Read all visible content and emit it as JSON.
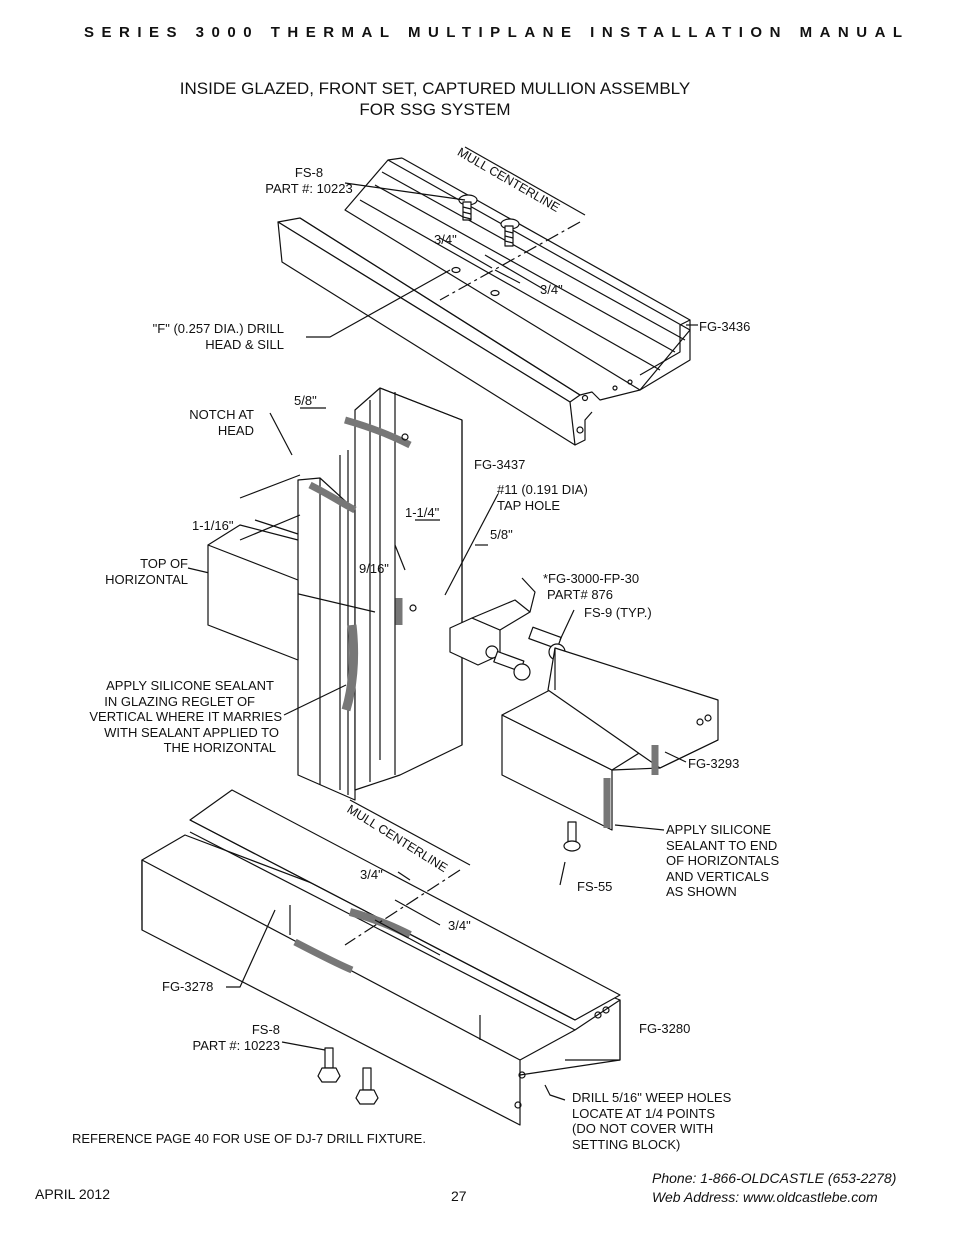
{
  "header": "SERIES 3000 THERMAL MULTIPLANE INSTALLATION MANUAL",
  "title": {
    "line1": "INSIDE GLAZED, FRONT SET, CAPTURED MULLION ASSEMBLY",
    "line2": "FOR SSG SYSTEM"
  },
  "labels": {
    "fs8_top": "FS-8",
    "part_top": "PART #: 10223",
    "mull_top": "MULL CENTERLINE",
    "d34_a": "3/4\"",
    "d34_b": "3/4\"",
    "drill_f_1": "\"F\"  (0.257 DIA.) DRILL",
    "drill_f_2": "HEAD & SILL",
    "fg3436": "FG-3436",
    "d58_a": "5/8\"",
    "notch_1": "NOTCH AT",
    "notch_2": "HEAD",
    "fg3437": "FG-3437",
    "tap_1": "#11 (0.191 DIA)",
    "tap_2": "TAP HOLE",
    "d114": "1-1/4\"",
    "d1116": "1-1/16\"",
    "d58_b": "5/8\"",
    "d916": "9/16\"",
    "top_1": "TOP OF",
    "top_2": "HORIZONTAL",
    "fp30_1": "*FG-3000-FP-30",
    "fp30_2": "PART# 876",
    "fs9": "FS-9 (TYP.)",
    "apply_a": [
      "APPLY SILICONE SEALANT",
      "IN GLAZING REGLET OF",
      "VERTICAL WHERE IT MARRIES",
      "WITH SEALANT APPLIED TO",
      "THE HORIZONTAL"
    ],
    "fg3293": "FG-3293",
    "mull_bot": "MULL CENTERLINE",
    "apply_b": [
      "APPLY SILICONE",
      "SEALANT TO END",
      "OF HORIZONTALS",
      "AND VERTICALS",
      "AS SHOWN"
    ],
    "d34_c": "3/4\"",
    "d34_d": "3/4\"",
    "fs55": "FS-55",
    "fg3278": "FG-3278",
    "fs8_bot": "FS-8",
    "part_bot": "PART #: 10223",
    "fg3280": "FG-3280",
    "weep": [
      "DRILL 5/16\" WEEP HOLES",
      "LOCATE AT 1/4 POINTS",
      "(DO NOT COVER WITH",
      "SETTING BLOCK)"
    ],
    "reference": "REFERENCE PAGE 40 FOR USE OF DJ-7 DRILL FIXTURE."
  },
  "footer": {
    "date": "APRIL 2012",
    "page": "27",
    "phone": "Phone: 1-866-OLDCASTLE (653-2278)",
    "web": "Web Address: www.oldcastlebe.com"
  }
}
